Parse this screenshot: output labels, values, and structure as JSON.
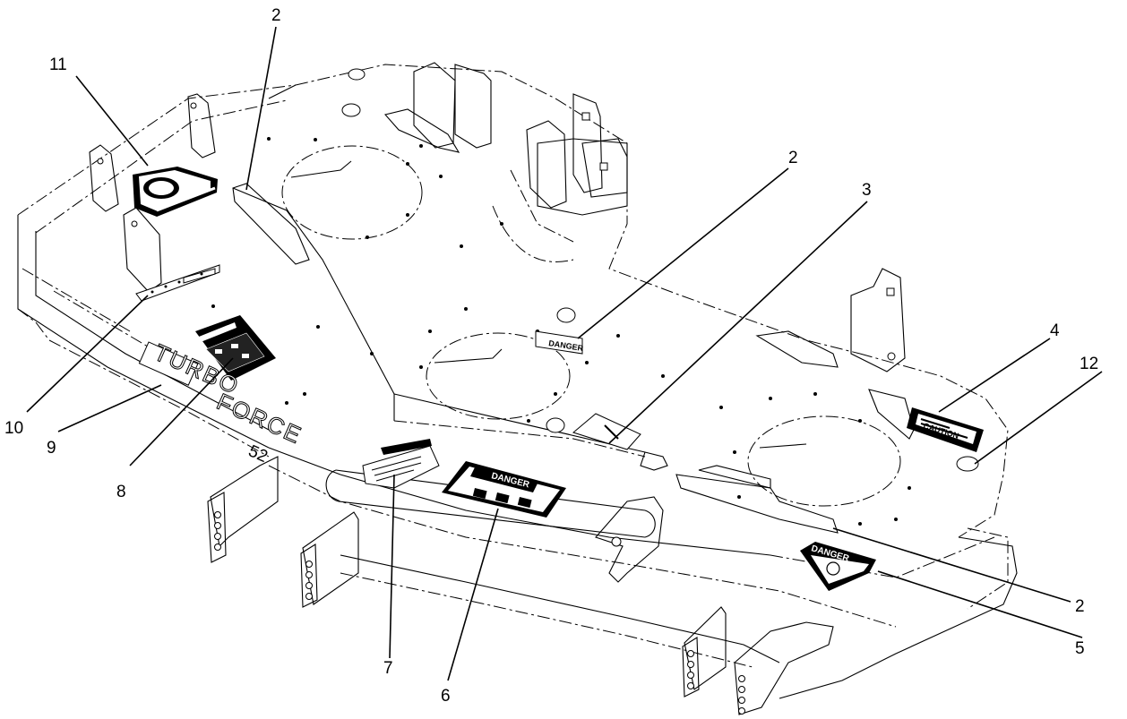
{
  "callouts": {
    "c1": "2",
    "c2": "11",
    "c3": "2",
    "c4": "3",
    "c5": "4",
    "c6": "12",
    "c7": "10",
    "c8": "9",
    "c9": "8",
    "c10": "7",
    "c11": "6",
    "c12": "2",
    "c13": "5"
  },
  "deck_text": {
    "brand_word_1": "TURBO",
    "brand_word_2": "FORCE",
    "deck_size": "52",
    "decal_danger_small": "DANGER",
    "decal_danger_6": "DANGER",
    "decal_danger_5": "DANGER",
    "decal_caution_4": "CAUTION"
  }
}
